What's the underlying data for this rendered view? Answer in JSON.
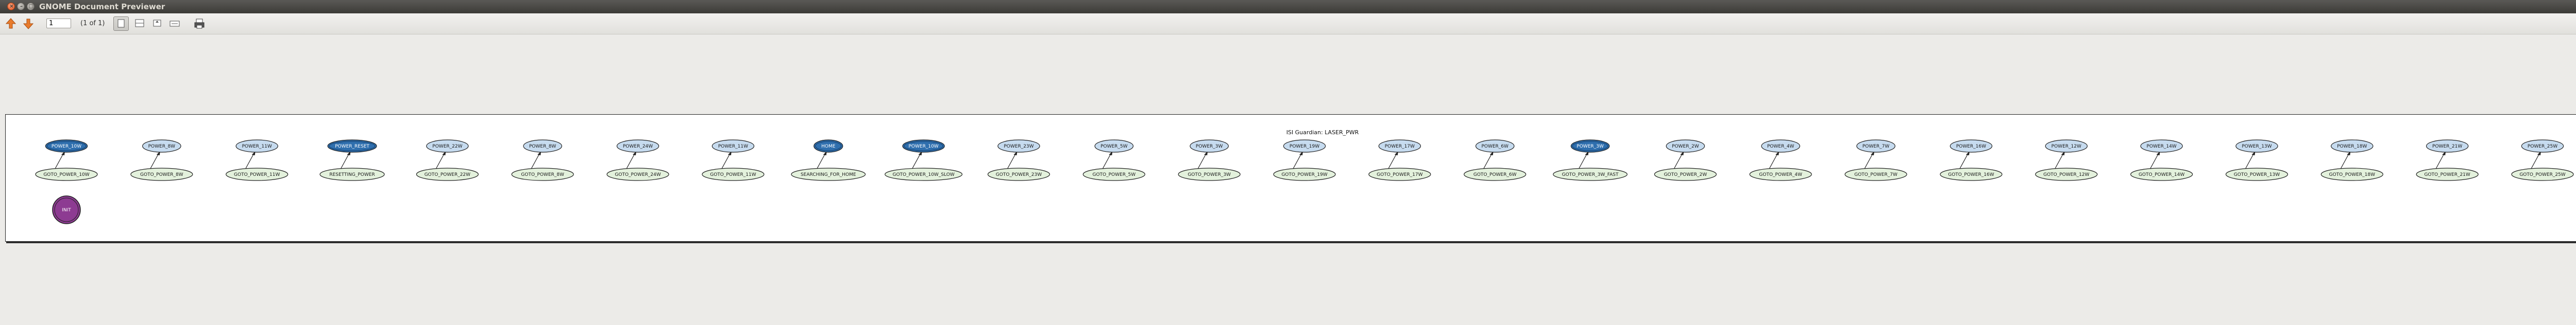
{
  "window": {
    "title": "GNOME Document Previewer",
    "controls": {
      "close": "×",
      "minimize": "–",
      "maximize": "□"
    }
  },
  "toolbar": {
    "icons": [
      "go-up-icon",
      "go-down-icon",
      "single-page-icon",
      "continuous-icon",
      "zoom-fit-icon",
      "zoom-width-icon",
      "print-icon"
    ],
    "page_value": "1",
    "page_count": "(1 of 1)"
  },
  "graph": {
    "title": "ISI Guardian: LASER_PWR",
    "colors": {
      "dark_fill": "#2f6fae",
      "light_fill": "#c6dbef",
      "green_fill": "#e3f1dc",
      "purple_fill": "#8d3b92",
      "edge": "#222222"
    },
    "columns": [
      {
        "top": "POWER_10W",
        "top_style": "dark",
        "bottom": "GOTO_POWER_10W"
      },
      {
        "top": "POWER_8W",
        "top_style": "light",
        "bottom": "GOTO_POWER_8W"
      },
      {
        "top": "POWER_11W",
        "top_style": "light",
        "bottom": "GOTO_POWER_11W"
      },
      {
        "top": "POWER_RESET",
        "top_style": "dark",
        "bottom": "RESETTING_POWER"
      },
      {
        "top": "POWER_22W",
        "top_style": "light",
        "bottom": "GOTO_POWER_22W"
      },
      {
        "top": "POWER_8W",
        "top_style": "light",
        "bottom": "GOTO_POWER_8W"
      },
      {
        "top": "POWER_24W",
        "top_style": "light",
        "bottom": "GOTO_POWER_24W"
      },
      {
        "top": "POWER_11W",
        "top_style": "light",
        "bottom": "GOTO_POWER_11W"
      },
      {
        "top": "HOME",
        "top_style": "dark",
        "bottom": "SEARCHING_FOR_HOME"
      },
      {
        "top": "POWER_10W",
        "top_style": "dark",
        "bottom": "GOTO_POWER_10W_SLOW"
      },
      {
        "top": "POWER_23W",
        "top_style": "light",
        "bottom": "GOTO_POWER_23W"
      },
      {
        "top": "POWER_5W",
        "top_style": "light",
        "bottom": "GOTO_POWER_5W"
      },
      {
        "top": "POWER_3W",
        "top_style": "light",
        "bottom": "GOTO_POWER_3W"
      },
      {
        "top": "POWER_19W",
        "top_style": "light",
        "bottom": "GOTO_POWER_19W"
      },
      {
        "top": "POWER_17W",
        "top_style": "light",
        "bottom": "GOTO_POWER_17W"
      },
      {
        "top": "POWER_6W",
        "top_style": "light",
        "bottom": "GOTO_POWER_6W"
      },
      {
        "top": "POWER_3W",
        "top_style": "dark",
        "bottom": "GOTO_POWER_3W_FAST"
      },
      {
        "top": "POWER_2W",
        "top_style": "light",
        "bottom": "GOTO_POWER_2W"
      },
      {
        "top": "POWER_4W",
        "top_style": "light",
        "bottom": "GOTO_POWER_4W"
      },
      {
        "top": "POWER_7W",
        "top_style": "light",
        "bottom": "GOTO_POWER_7W"
      },
      {
        "top": "POWER_16W",
        "top_style": "light",
        "bottom": "GOTO_POWER_16W"
      },
      {
        "top": "POWER_12W",
        "top_style": "light",
        "bottom": "GOTO_POWER_12W"
      },
      {
        "top": "POWER_14W",
        "top_style": "light",
        "bottom": "GOTO_POWER_14W"
      },
      {
        "top": "POWER_13W",
        "top_style": "light",
        "bottom": "GOTO_POWER_13W"
      },
      {
        "top": "POWER_18W",
        "top_style": "light",
        "bottom": "GOTO_POWER_18W"
      },
      {
        "top": "POWER_21W",
        "top_style": "light",
        "bottom": "GOTO_POWER_21W"
      },
      {
        "top": "POWER_25W",
        "top_style": "light",
        "bottom": "GOTO_POWER_25W"
      }
    ],
    "init_node": "INIT"
  }
}
